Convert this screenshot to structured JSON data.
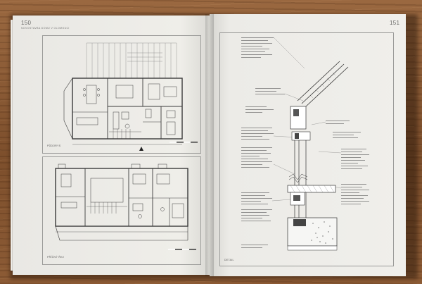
{
  "book": {
    "left_page": {
      "page_number": "150",
      "running_header": "NOVOSTAVBA DOMU V OLOMOUCI",
      "plan_labels": [
        "PŮDORYS",
        "PŘÍČNÝ ŘEZ"
      ]
    },
    "right_page": {
      "page_number": "151",
      "detail_label": "DETAIL"
    }
  },
  "colors": {
    "background": "#8a5a36",
    "paper": "#eeede9",
    "ink": "#3a3a3a",
    "sheet_border": "#9a9a98"
  }
}
